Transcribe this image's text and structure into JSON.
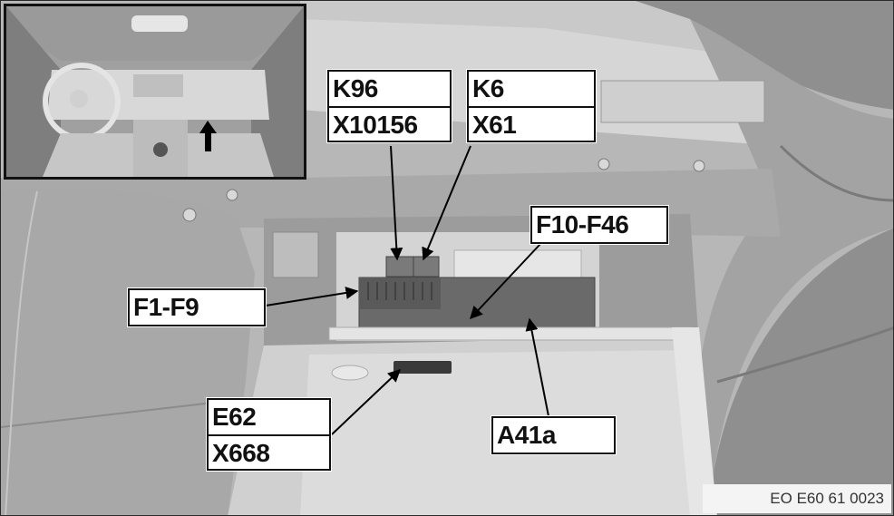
{
  "figure": {
    "document_id": "EO E60 61 0023",
    "inset_description": "Vehicle interior overview with arrow pointing to glovebox area",
    "main_description": "Opened glovebox showing fuse and relay carrier"
  },
  "callouts": [
    {
      "id": "k96",
      "lines": [
        "K96",
        "X10156"
      ],
      "target": "relay-left"
    },
    {
      "id": "k6",
      "lines": [
        "K6",
        "X61"
      ],
      "target": "relay-right"
    },
    {
      "id": "f10",
      "lines": [
        "F10-F46"
      ],
      "target": "fuse-carrier-main"
    },
    {
      "id": "f1",
      "lines": [
        "F1-F9"
      ],
      "target": "fuse-block-left"
    },
    {
      "id": "e62",
      "lines": [
        "E62",
        "X668"
      ],
      "target": "glovebox-light"
    },
    {
      "id": "a41a",
      "lines": [
        "A41a"
      ],
      "target": "fuse-carrier"
    }
  ],
  "colors": {
    "background_gray": "#b4b4b4",
    "dark_gray": "#6e6e6e",
    "light_gray": "#dcdcdc",
    "label_border": "#111111",
    "label_fill": "#ffffff"
  }
}
